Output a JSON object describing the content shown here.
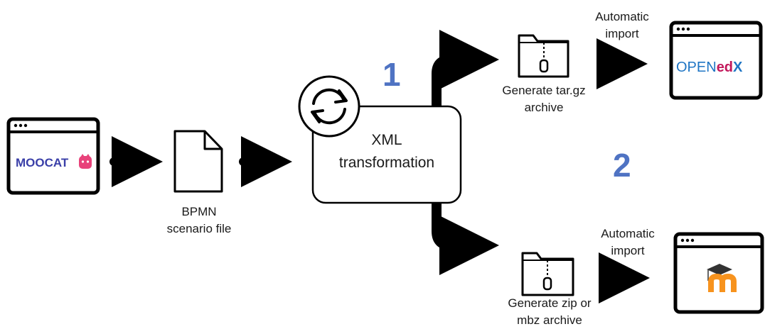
{
  "source_app": {
    "name": "MOOCAT"
  },
  "bpmn_file": {
    "label_line1": "BPMN",
    "label_line2": "scenario file"
  },
  "transformation": {
    "label_line1": "XML",
    "label_line2": "transformation"
  },
  "step_numbers": {
    "one": "1",
    "two": "2"
  },
  "openedx_branch": {
    "archive_line1": "Generate tar.gz",
    "archive_line2": "archive",
    "import_line1": "Automatic",
    "import_line2": "import",
    "platform_prefix": "OPEN",
    "platform_mid": "ed",
    "platform_suffix": "X"
  },
  "moodle_branch": {
    "archive_line1": "Generate zip or",
    "archive_line2": "mbz archive",
    "import_line1": "Automatic",
    "import_line2": "import",
    "platform_logo": "moodle-logo"
  },
  "colors": {
    "step_number": "#4f73c3",
    "moocat_text": "#3a3fa8",
    "moocat_cat": "#e8427a",
    "openedx_text": "#1f75c4",
    "openedx_ed": "#c2185b",
    "moodle_orange": "#f7931e"
  }
}
